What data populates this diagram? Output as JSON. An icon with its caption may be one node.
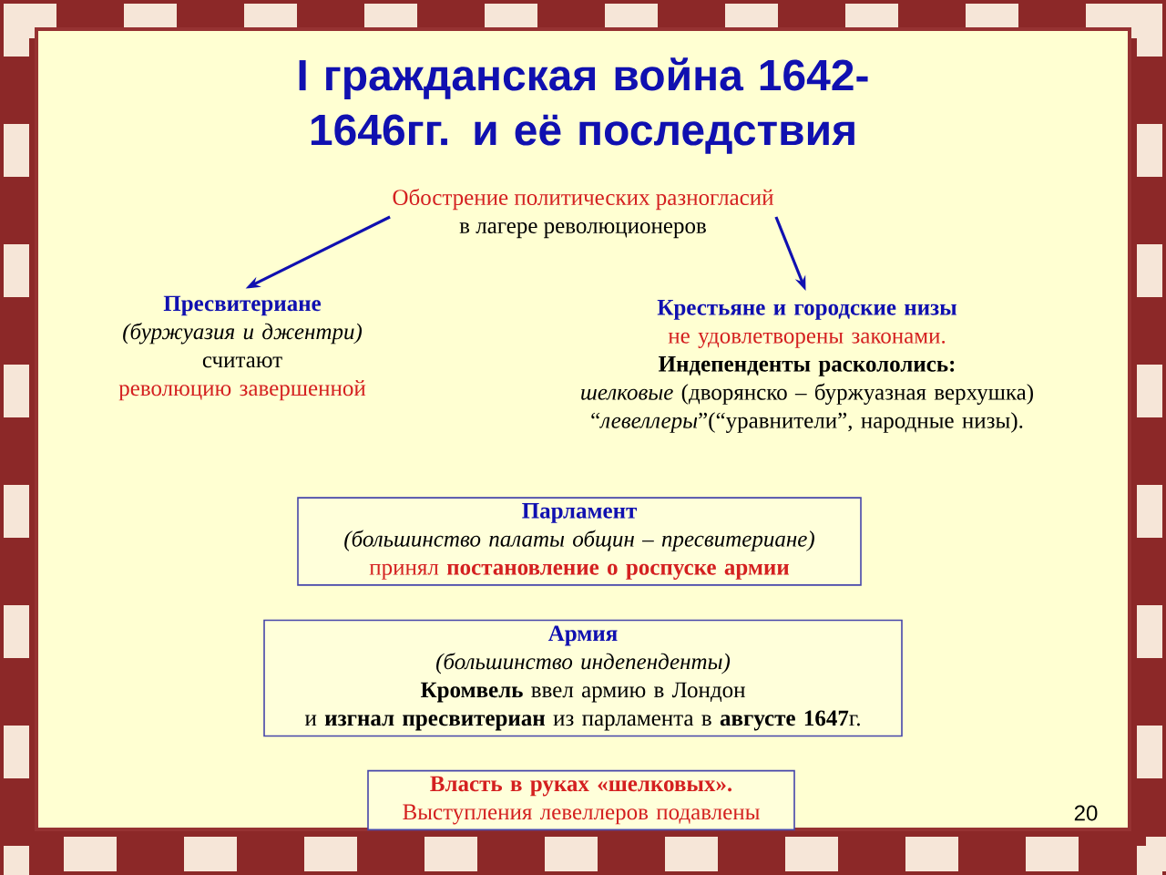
{
  "diagram": {
    "title": "I гражданская война 1642-1646гг. и её последствия",
    "nodes": [
      {
        "text": [
          "Обострение политических разногласий",
          "в лагере революционеров"
        ]
      },
      {
        "text": [
          "Пресвитериане",
          "(буржуазия и джентри)",
          "считают",
          "революцию завершенной"
        ]
      },
      {
        "text": [
          "Крестьяне и городские низы",
          "не удовлетворены законами.",
          "Индепенденты раскололись:",
          "*шелковые* (дворянско – буржуазная верхушка)",
          "“*левеллеры*”(“уравнители”, народные низы)."
        ]
      },
      {
        "text": [
          "Парламент",
          "(большинство палаты общин – пресвитериане)",
          "принял **постановление о роспуске армии**"
        ]
      },
      {
        "text": [
          "Армия",
          "(большинство индепенденты)",
          "**Кромвель** ввел армию в Лондон",
          "и **изгнал пресвитериан** из парламента в **августе 1647**г."
        ]
      },
      {
        "text": [
          "Власть в руках «шелковых».",
          "Выступления левеллеров подавлены"
        ]
      }
    ],
    "edges": [
      {
        "from": 0,
        "to": 1,
        "arrow": "to"
      },
      {
        "from": 0,
        "to": 2,
        "arrow": "to"
      }
    ],
    "labels": [
      "20"
    ]
  }
}
